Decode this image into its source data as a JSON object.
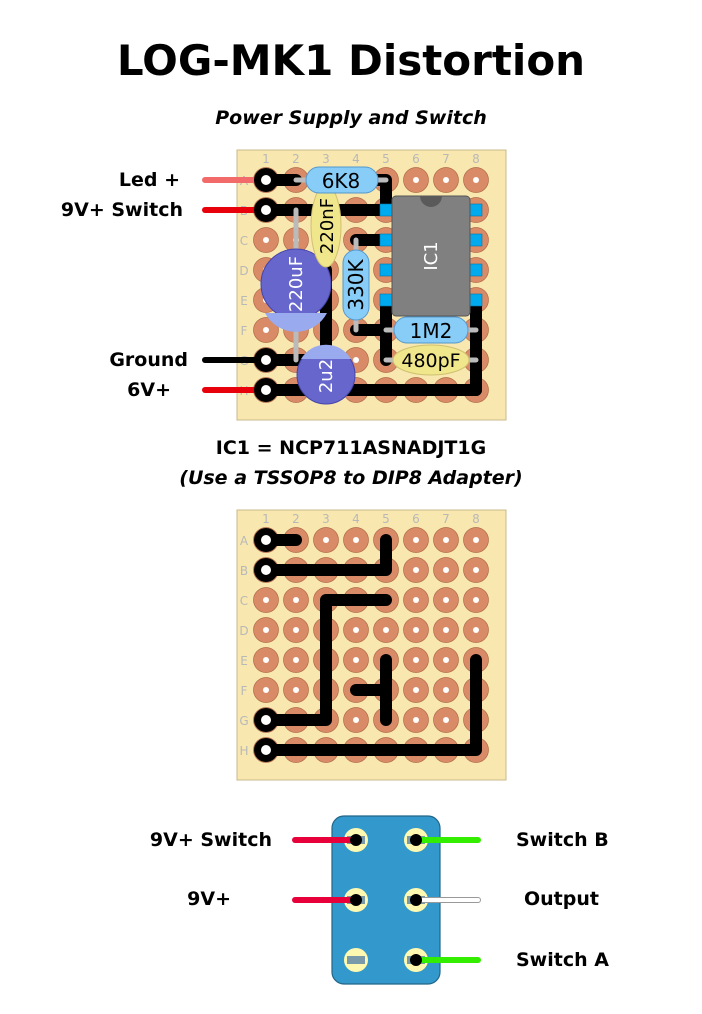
{
  "title": "LOG-MK1 Distortion",
  "subtitle": "Power Supply and Switch",
  "ic_note": "IC1 = NCP711ASNADJT1G",
  "ic_adapter_note": "(Use a TSSOP8 to DIP8 Adapter)",
  "board": {
    "columns": [
      "1",
      "2",
      "3",
      "4",
      "5",
      "6",
      "7",
      "8"
    ],
    "rows": [
      "A",
      "B",
      "C",
      "D",
      "E",
      "F",
      "G",
      "H"
    ]
  },
  "top_board": {
    "wire_labels": [
      {
        "label": "Led +",
        "row": "A",
        "color": "#f26a6a"
      },
      {
        "label": "9V+ Switch",
        "row": "B",
        "color": "#e8000b"
      },
      {
        "label": "Ground",
        "row": "G",
        "color": "#000000"
      },
      {
        "label": "6V+",
        "row": "H",
        "color": "#e8000b"
      }
    ],
    "components": {
      "r1": "6K8",
      "c1": "220nF",
      "r2": "330K",
      "c_elec1": "220uF",
      "c_elec2": "2u2",
      "r3": "1M2",
      "c2": "480pF",
      "ic": "IC1"
    }
  },
  "switch": {
    "left_labels": [
      "9V+ Switch",
      "9V+"
    ],
    "right_labels": [
      "Switch B",
      "Output",
      "Switch A"
    ],
    "colors": {
      "body": "#3399cc",
      "red": "#e8003b",
      "green": "#33ee00",
      "white": "#ffffff"
    }
  },
  "colors": {
    "board": "#f8e8b0",
    "pad": "#d98a66",
    "trace": "#000000",
    "resistor": "#88ccf8",
    "ceramic": "#f0e68c",
    "electrolytic": "#6666cc",
    "ic_body": "#808080",
    "ic_pin": "#00aaee"
  }
}
